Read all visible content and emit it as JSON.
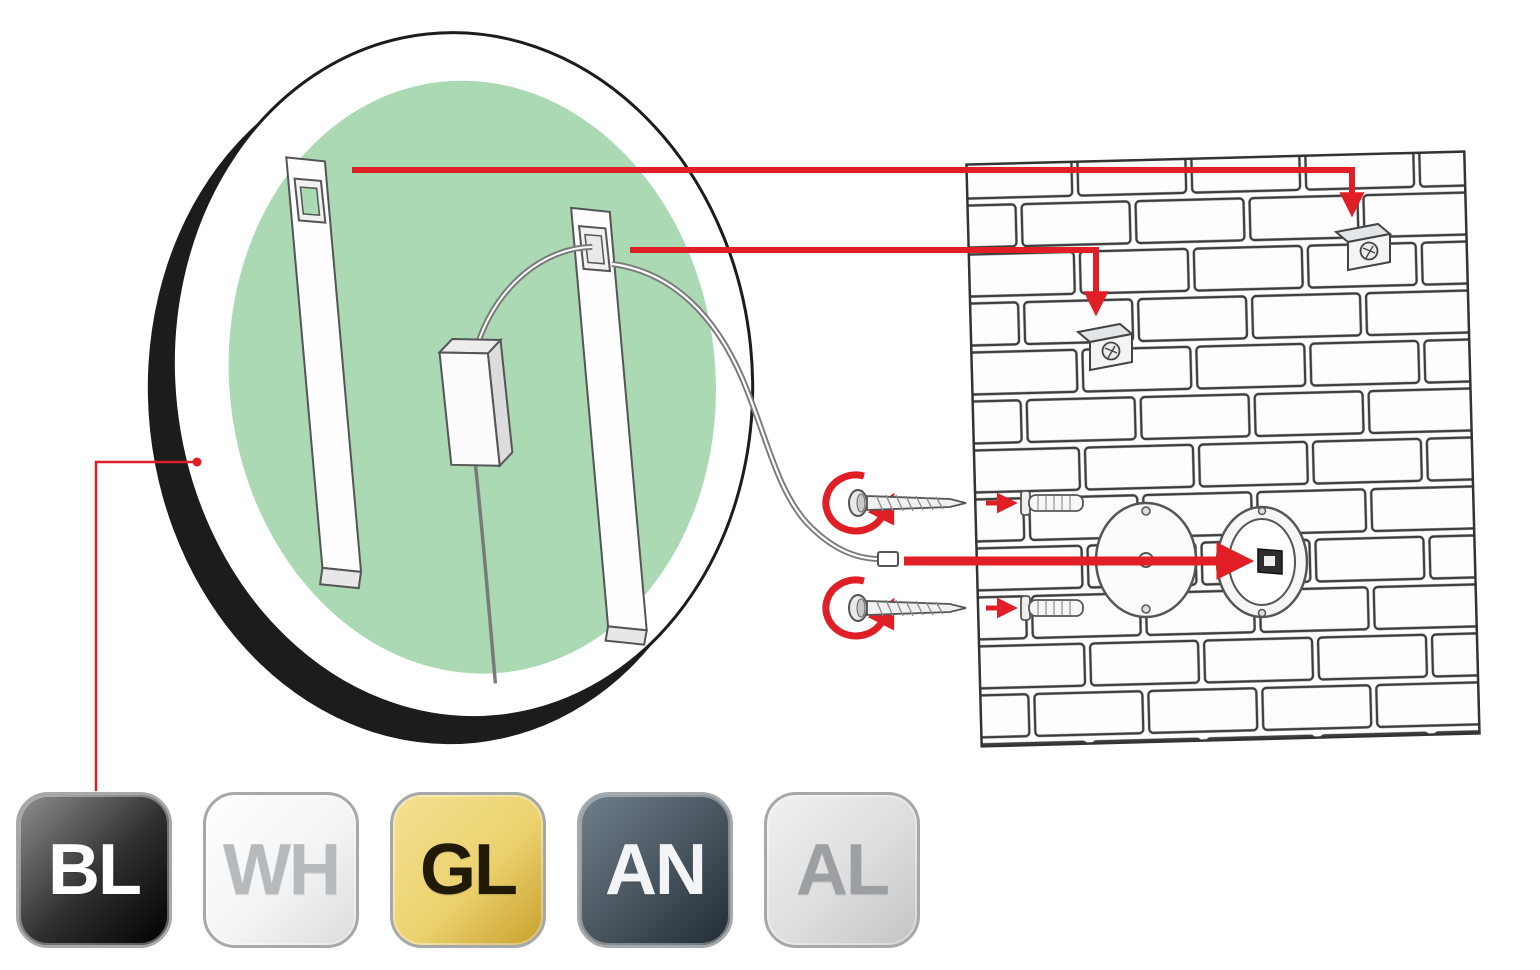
{
  "colors": {
    "accent_red": "#e01e26",
    "mirror_backing_green": "#abd9b3",
    "frame_black": "#1c1c1c",
    "outline_gray": "#4d4d4d",
    "wall_white": "#ffffff"
  },
  "finish_options": [
    {
      "code": "BL",
      "finish": "black",
      "gradient": [
        "#8f8f8f",
        "#2e2e2e",
        "#000000"
      ],
      "text_color": "#ffffff"
    },
    {
      "code": "WH",
      "finish": "white",
      "gradient": [
        "#ffffff",
        "#f4f4f4",
        "#dcdcdc"
      ],
      "text_color": "#b7babd"
    },
    {
      "code": "GL",
      "finish": "gold",
      "gradient": [
        "#f4e092",
        "#ecd26f",
        "#c7a02c"
      ],
      "text_color": "#201a06"
    },
    {
      "code": "AN",
      "finish": "anthracite",
      "gradient": [
        "#71808b",
        "#46525c",
        "#232c35"
      ],
      "text_color": "#f2f4f5"
    },
    {
      "code": "AL",
      "finish": "aluminium",
      "gradient": [
        "#f1f1f1",
        "#dddddd",
        "#c2c4c6"
      ],
      "text_color": "#9da0a3"
    }
  ]
}
